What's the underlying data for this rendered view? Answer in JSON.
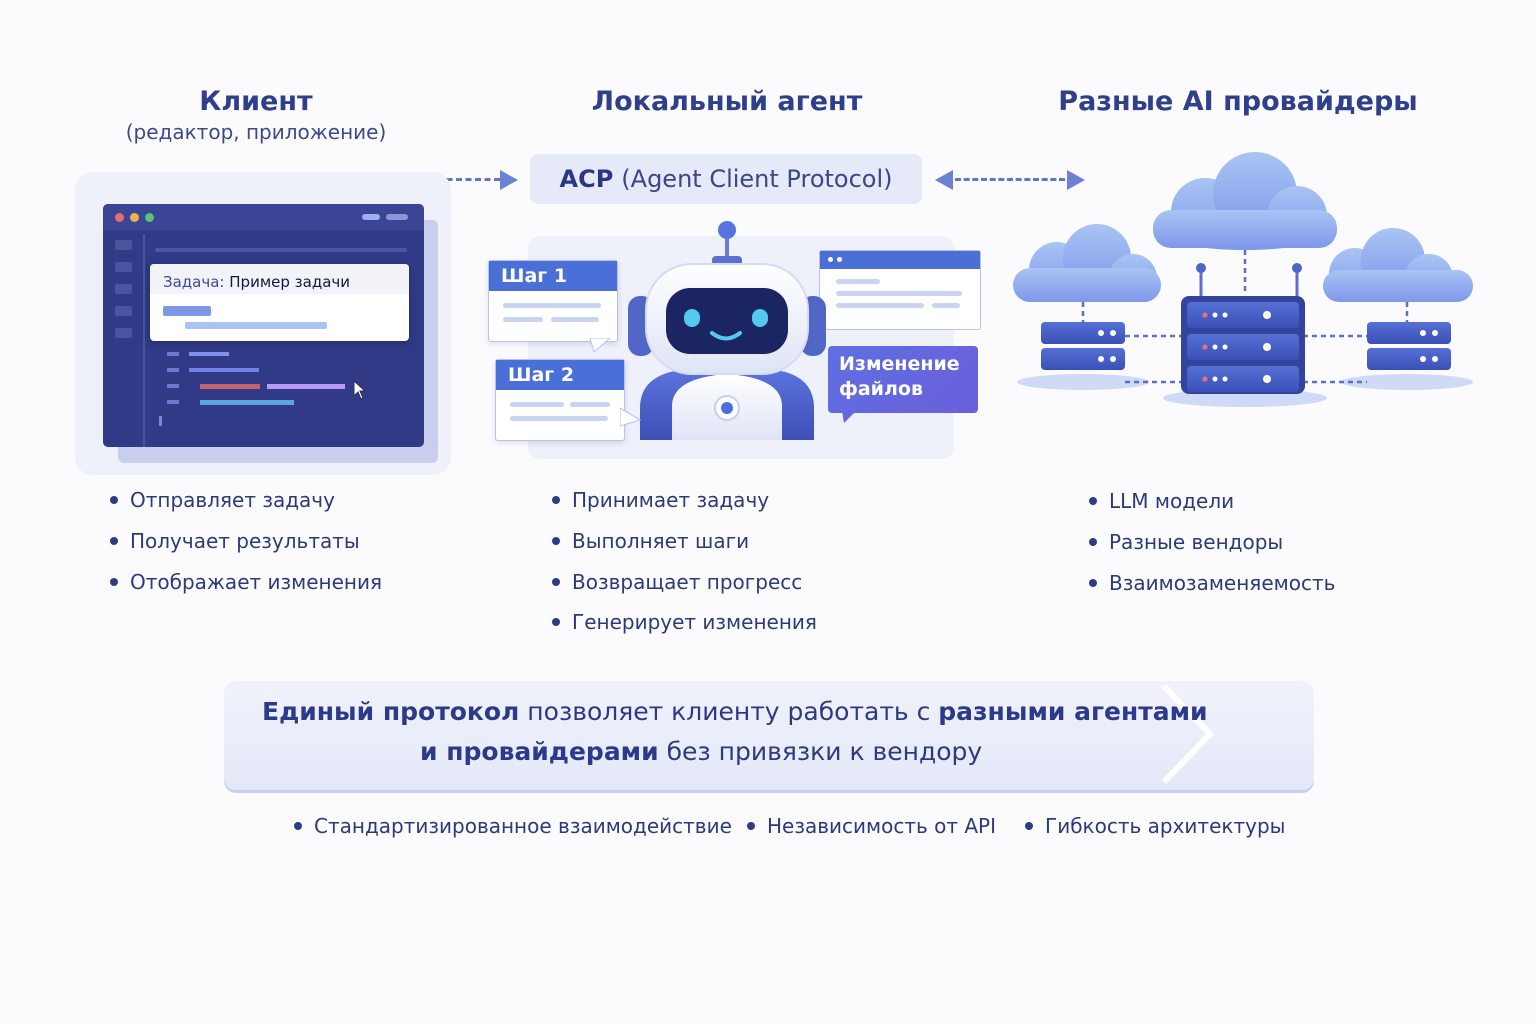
{
  "columns": {
    "client": {
      "title": "Клиент",
      "subtitle": "(редактор, приложение)",
      "task_key": "Задача:",
      "task_value": "Пример задачи",
      "bullets": [
        "Отправляет задачу",
        "Получает результаты",
        "Отображает изменения"
      ]
    },
    "agent": {
      "title": "Локальный агент",
      "step1": "Шаг 1",
      "step2": "Шаг 2",
      "changes_line1": "Изменение",
      "changes_line2": "файлов",
      "bullets": [
        "Принимает задачу",
        "Выполняет шаги",
        "Возвращает прогресс",
        "Генерирует изменения"
      ]
    },
    "providers": {
      "title": "Разные AI провайдеры",
      "bullets": [
        "LLM модели",
        "Разные вендоры",
        "Взаимозаменяемость"
      ]
    }
  },
  "protocol": {
    "acronym": "ACP",
    "full_name": "(Agent Client Protocol)"
  },
  "banner": {
    "bold1": "Единый протокол",
    "text1": " позволяет клиенту работать с ",
    "bold2": "разными агентами",
    "bold3": "и провайдерами",
    "text2": " без привязки к вендору"
  },
  "features": [
    "Стандартизированное взаимодействие",
    "Независимость от API",
    "Гибкость архитектуры"
  ],
  "colors": {
    "primary": "#2f3f8c",
    "accent_blue": "#4a6fd6",
    "accent_purple": "#6b5fdc",
    "cloud": "#8fa6ee",
    "server": "#3f57c0"
  }
}
